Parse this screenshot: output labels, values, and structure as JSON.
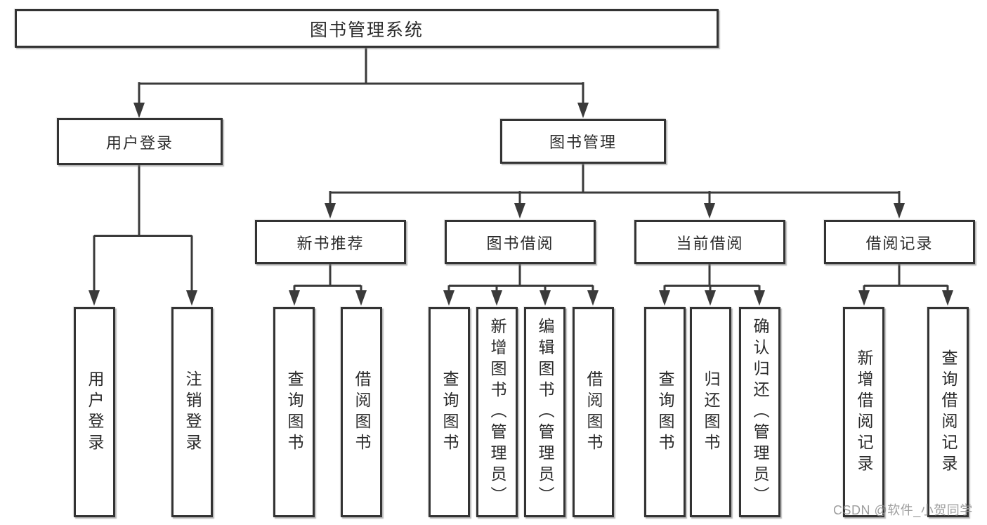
{
  "diagram": {
    "watermark": "CSDN @软件_小贺同学",
    "colors": {
      "background": "#ffffff",
      "box_border": "#333333",
      "connector_line": "#3a3a3a",
      "text": "#2b2b2b",
      "watermark_text": "#949494"
    },
    "nodes": {
      "root": {
        "label": "图书管理系统"
      },
      "user_login": {
        "label": "用户登录"
      },
      "book_mgmt": {
        "label": "图书管理"
      },
      "new_books": {
        "label": "新书推荐"
      },
      "book_borrow": {
        "label": "图书借阅"
      },
      "current_borrow": {
        "label": "当前借阅"
      },
      "borrow_records": {
        "label": "借阅记录"
      },
      "leaf_user_login": {
        "label": "用户登录"
      },
      "leaf_logout": {
        "label": "注销登录"
      },
      "leaf_nb_query": {
        "label": "查询图书"
      },
      "leaf_nb_borrow": {
        "label": "借阅图书"
      },
      "leaf_bb_query": {
        "label": "查询图书"
      },
      "leaf_bb_add": {
        "label": "新增图书（管理员）"
      },
      "leaf_bb_edit": {
        "label": "编辑图书（管理员）"
      },
      "leaf_bb_borrow": {
        "label": "借阅图书"
      },
      "leaf_cb_query": {
        "label": "查询图书"
      },
      "leaf_cb_return": {
        "label": "归还图书"
      },
      "leaf_cb_confirm": {
        "label": "确认归还（管理员）"
      },
      "leaf_br_add": {
        "label": "新增借阅记录"
      },
      "leaf_br_query": {
        "label": "查询借阅记录"
      }
    },
    "structure": {
      "root": "图书管理系统",
      "children": [
        {
          "label": "用户登录",
          "children": [
            "用户登录",
            "注销登录"
          ]
        },
        {
          "label": "图书管理",
          "children": [
            {
              "label": "新书推荐",
              "children": [
                "查询图书",
                "借阅图书"
              ]
            },
            {
              "label": "图书借阅",
              "children": [
                "查询图书",
                "新增图书（管理员）",
                "编辑图书（管理员）",
                "借阅图书"
              ]
            },
            {
              "label": "当前借阅",
              "children": [
                "查询图书",
                "归还图书",
                "确认归还（管理员）"
              ]
            },
            {
              "label": "借阅记录",
              "children": [
                "新增借阅记录",
                "查询借阅记录"
              ]
            }
          ]
        }
      ]
    }
  }
}
